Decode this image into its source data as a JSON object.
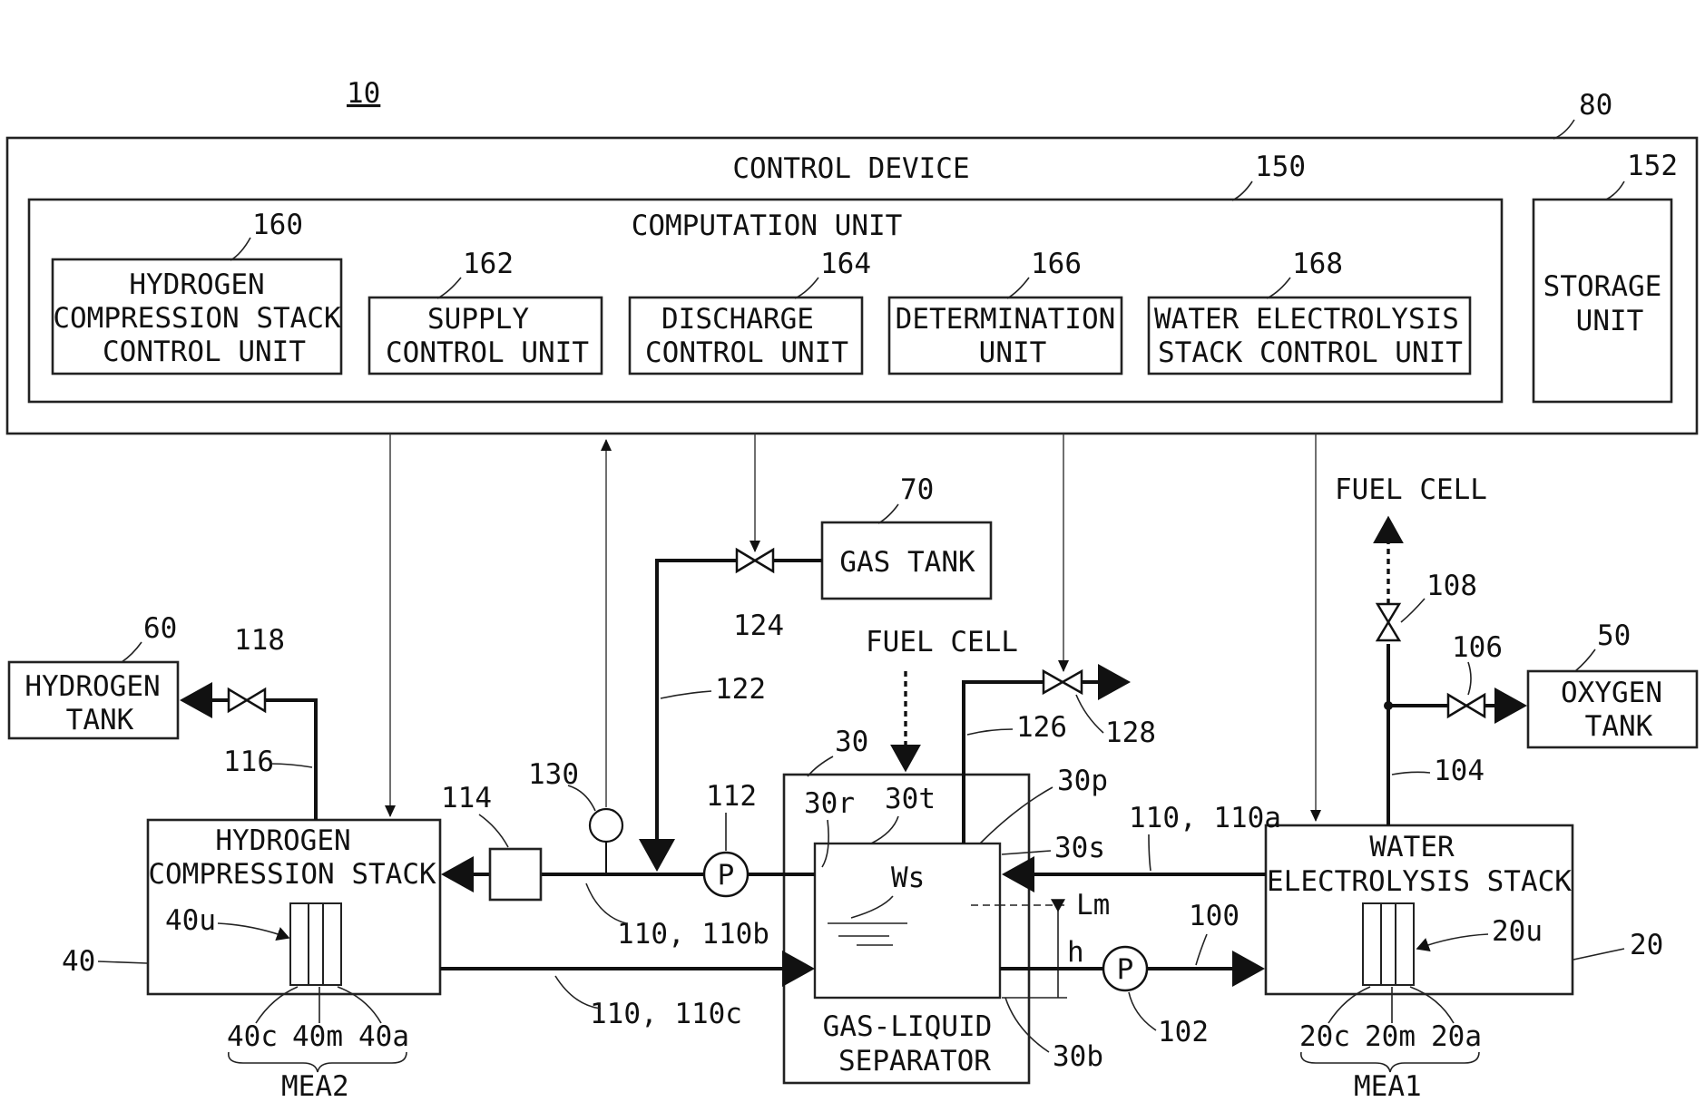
{
  "figure_number": "10",
  "control_device": {
    "ref": "80",
    "title": "CONTROL DEVICE"
  },
  "computation_unit": {
    "ref": "150",
    "title": "COMPUTATION UNIT"
  },
  "storage_unit": {
    "ref": "152",
    "line1": "STORAGE",
    "line2": "UNIT"
  },
  "units": {
    "hydrogen_compression_control": {
      "ref": "160",
      "line1": "HYDROGEN",
      "line2": "COMPRESSION STACK",
      "line3": "CONTROL UNIT"
    },
    "supply_control": {
      "ref": "162",
      "line1": "SUPPLY",
      "line2": "CONTROL UNIT"
    },
    "discharge_control": {
      "ref": "164",
      "line1": "DISCHARGE",
      "line2": "CONTROL UNIT"
    },
    "determination": {
      "ref": "166",
      "line1": "DETERMINATION",
      "line2": "UNIT"
    },
    "water_electrolysis_control": {
      "ref": "168",
      "line1": "WATER ELECTROLYSIS",
      "line2": "STACK CONTROL UNIT"
    }
  },
  "gas_tank": {
    "ref": "70",
    "label": "GAS TANK"
  },
  "hydrogen_tank": {
    "ref": "60",
    "line1": "HYDROGEN",
    "line2": "TANK"
  },
  "oxygen_tank": {
    "ref": "50",
    "line1": "OXYGEN",
    "line2": "TANK"
  },
  "hydrogen_compression_stack": {
    "ref": "40",
    "line1": "HYDROGEN",
    "line2": "COMPRESSION STACK",
    "mea_ref": "40u",
    "cathode": "40c",
    "membrane": "40m",
    "anode": "40a",
    "mea_group": "MEA2"
  },
  "water_electrolysis_stack": {
    "ref": "20",
    "line1": "WATER",
    "line2": "ELECTROLYSIS STACK",
    "mea_ref": "20u",
    "cathode": "20c",
    "membrane": "20m",
    "anode": "20a",
    "mea_group": "MEA1"
  },
  "separator": {
    "ref": "30",
    "line1": "GAS-LIQUID",
    "line2": "SEPARATOR",
    "r": "30r",
    "t": "30t",
    "p": "30p",
    "s": "30s",
    "b": "30b",
    "water": "Ws",
    "level": "Lm",
    "height": "h"
  },
  "fuel_cell_top": "FUEL CELL",
  "fuel_cell_middle": "FUEL CELL",
  "pipes": {
    "p100": "100",
    "p104": "104",
    "p110a": "110, 110a",
    "p110b": "110, 110b",
    "p110c": "110, 110c",
    "p116": "116",
    "p122": "122",
    "p126": "126"
  },
  "valves": {
    "v106": "106",
    "v108": "108",
    "v118": "118",
    "v124": "124",
    "v128": "128"
  },
  "pumps": {
    "p102": "102",
    "p112": "112",
    "pump_letter": "P"
  },
  "sensors": {
    "s130": "130",
    "s114": "114"
  }
}
